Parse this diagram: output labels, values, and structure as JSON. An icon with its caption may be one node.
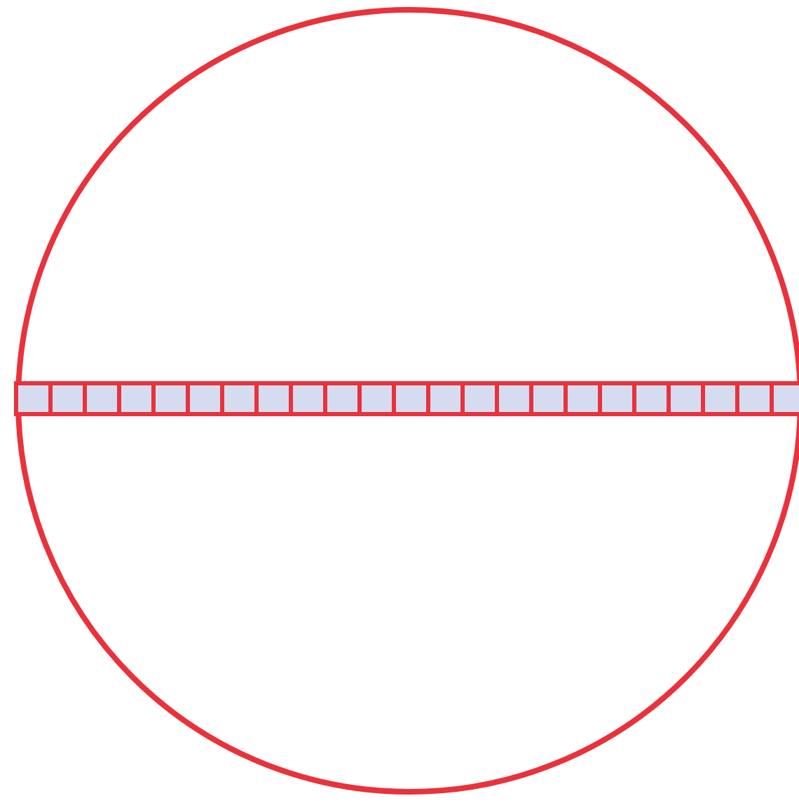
{
  "diagram": {
    "nodes": [
      {
        "text": [],
        "shape": "circle"
      },
      {
        "text": [],
        "shape": "bar",
        "in": 0
      }
    ]
  }
}
